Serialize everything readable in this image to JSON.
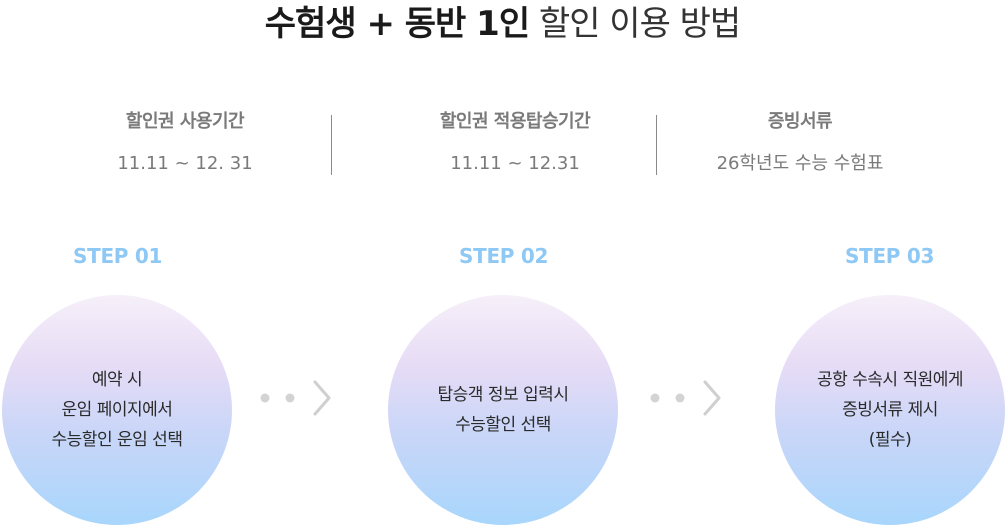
{
  "title": {
    "bold": "수험생 + 동반 1인",
    "light": "할인 이용 방법"
  },
  "info": [
    {
      "label": "할인권 사용기간",
      "value": "11.11 ~ 12. 31"
    },
    {
      "label": "할인권 적용탑승기간",
      "value": "11.11 ~ 12.31"
    },
    {
      "label": "증빙서류",
      "value": "26학년도 수능 수험표"
    }
  ],
  "steps": [
    {
      "label": "STEP 01",
      "lines": [
        "예약 시",
        "운임 페이지에서",
        "수능할인 운임 선택"
      ]
    },
    {
      "label": "STEP 02",
      "lines": [
        "탑승객 정보 입력시",
        "수능할인 선택"
      ]
    },
    {
      "label": "STEP 03",
      "lines": [
        "공항 수속시 직원에게",
        "증빙서류 제시",
        "(필수)"
      ]
    }
  ],
  "colors": {
    "step_accent": "#8ec8f4",
    "arrow": "#cfcfcf"
  },
  "icons": {
    "arrow": "dots-chevron-right-icon"
  }
}
